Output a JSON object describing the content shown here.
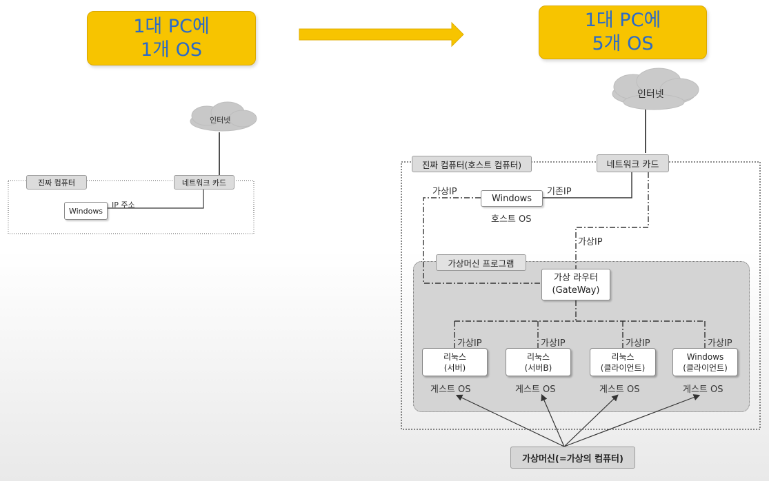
{
  "banner_left": {
    "line1": "1대 PC에",
    "line2": "1개 OS"
  },
  "banner_right": {
    "line1": "1대 PC에",
    "line2": "5개 OS"
  },
  "left_diagram": {
    "internet": "인터넷",
    "real_computer": "진짜 컴퓨터",
    "network_card": "네트워크 카드",
    "windows": "Windows",
    "ip_label": "IP 주소"
  },
  "right_diagram": {
    "internet": "인터넷",
    "host_computer": "진짜 컴퓨터(호스트 컴퓨터)",
    "network_card": "네트워크 카드",
    "windows": "Windows",
    "host_os": "호스트 OS",
    "virtual_ip_left": "가상IP",
    "existing_ip": "기존IP",
    "virtual_ip_mid": "가상IP",
    "vm_program": "가상머신 프로그램",
    "router": {
      "line1": "가상 라우터",
      "line2": "(GateWay)"
    },
    "guests": [
      {
        "line1": "리눅스",
        "line2": "(서버)",
        "ip": "가상IP",
        "os": "게스트 OS"
      },
      {
        "line1": "리눅스",
        "line2": "(서버B)",
        "ip": "가상IP",
        "os": "게스트 OS"
      },
      {
        "line1": "리눅스",
        "line2": "(클라이언트)",
        "ip": "가상IP",
        "os": "게스트 OS"
      },
      {
        "line1": "Windows",
        "line2": "(클라이언트)",
        "ip": "가상IP",
        "os": "게스트 OS"
      }
    ],
    "vm_caption": "가상머신(=가상의 컴퓨터)"
  },
  "colors": {
    "banner": "#f7c400",
    "banner_text": "#2a6ac8",
    "arrow": "#f7c400",
    "vm_area": "#d4d4d4"
  }
}
